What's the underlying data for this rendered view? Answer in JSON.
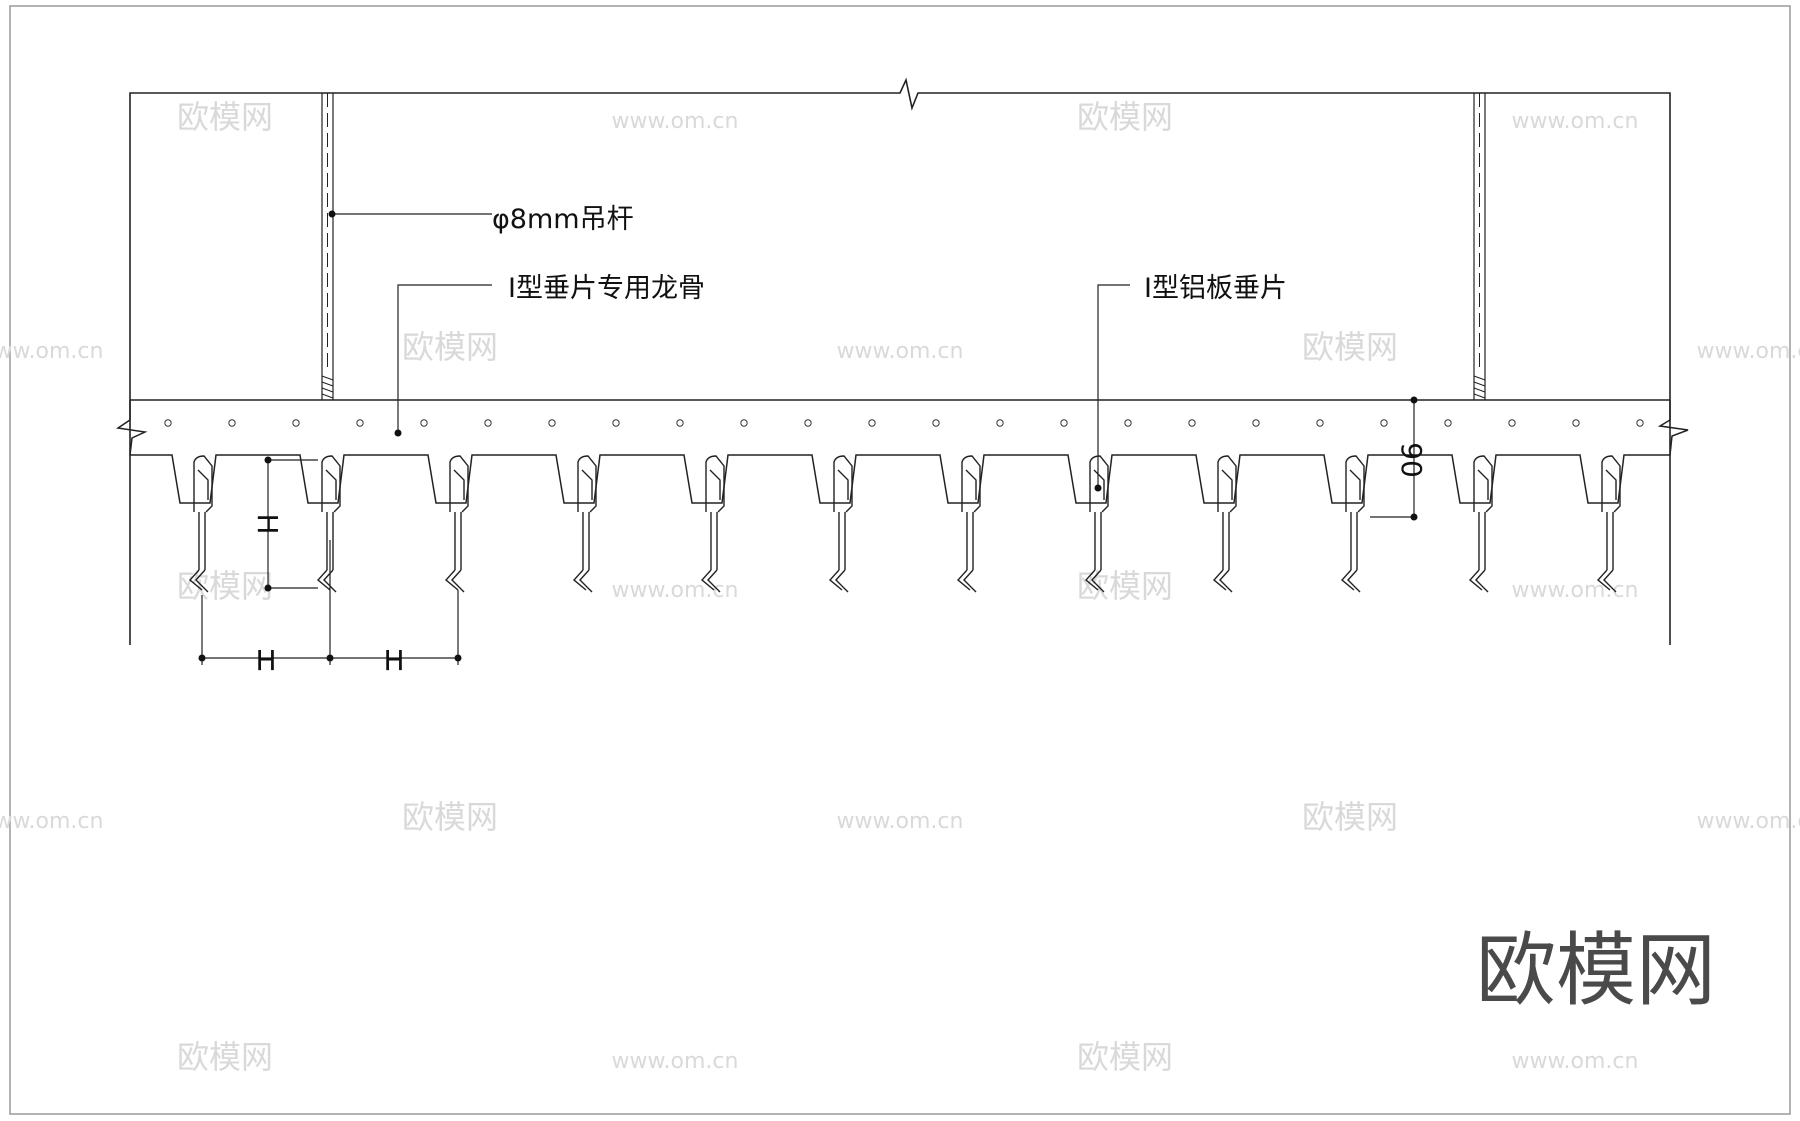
{
  "labels": {
    "hanger_rod": "φ8mm吊杆",
    "keel": "I型垂片专用龙骨",
    "baffle": "I型铝板垂片"
  },
  "dimensions": {
    "pitch_a": "H",
    "pitch_b": "H",
    "blade_height": "H",
    "depth": "90"
  },
  "watermark": {
    "cn": "欧模网",
    "url": "www.om.cn"
  },
  "brand": "欧模网",
  "colors": {
    "line": "#222222",
    "watermark": "#d9d9d9",
    "brand": "#4a4a4a"
  }
}
